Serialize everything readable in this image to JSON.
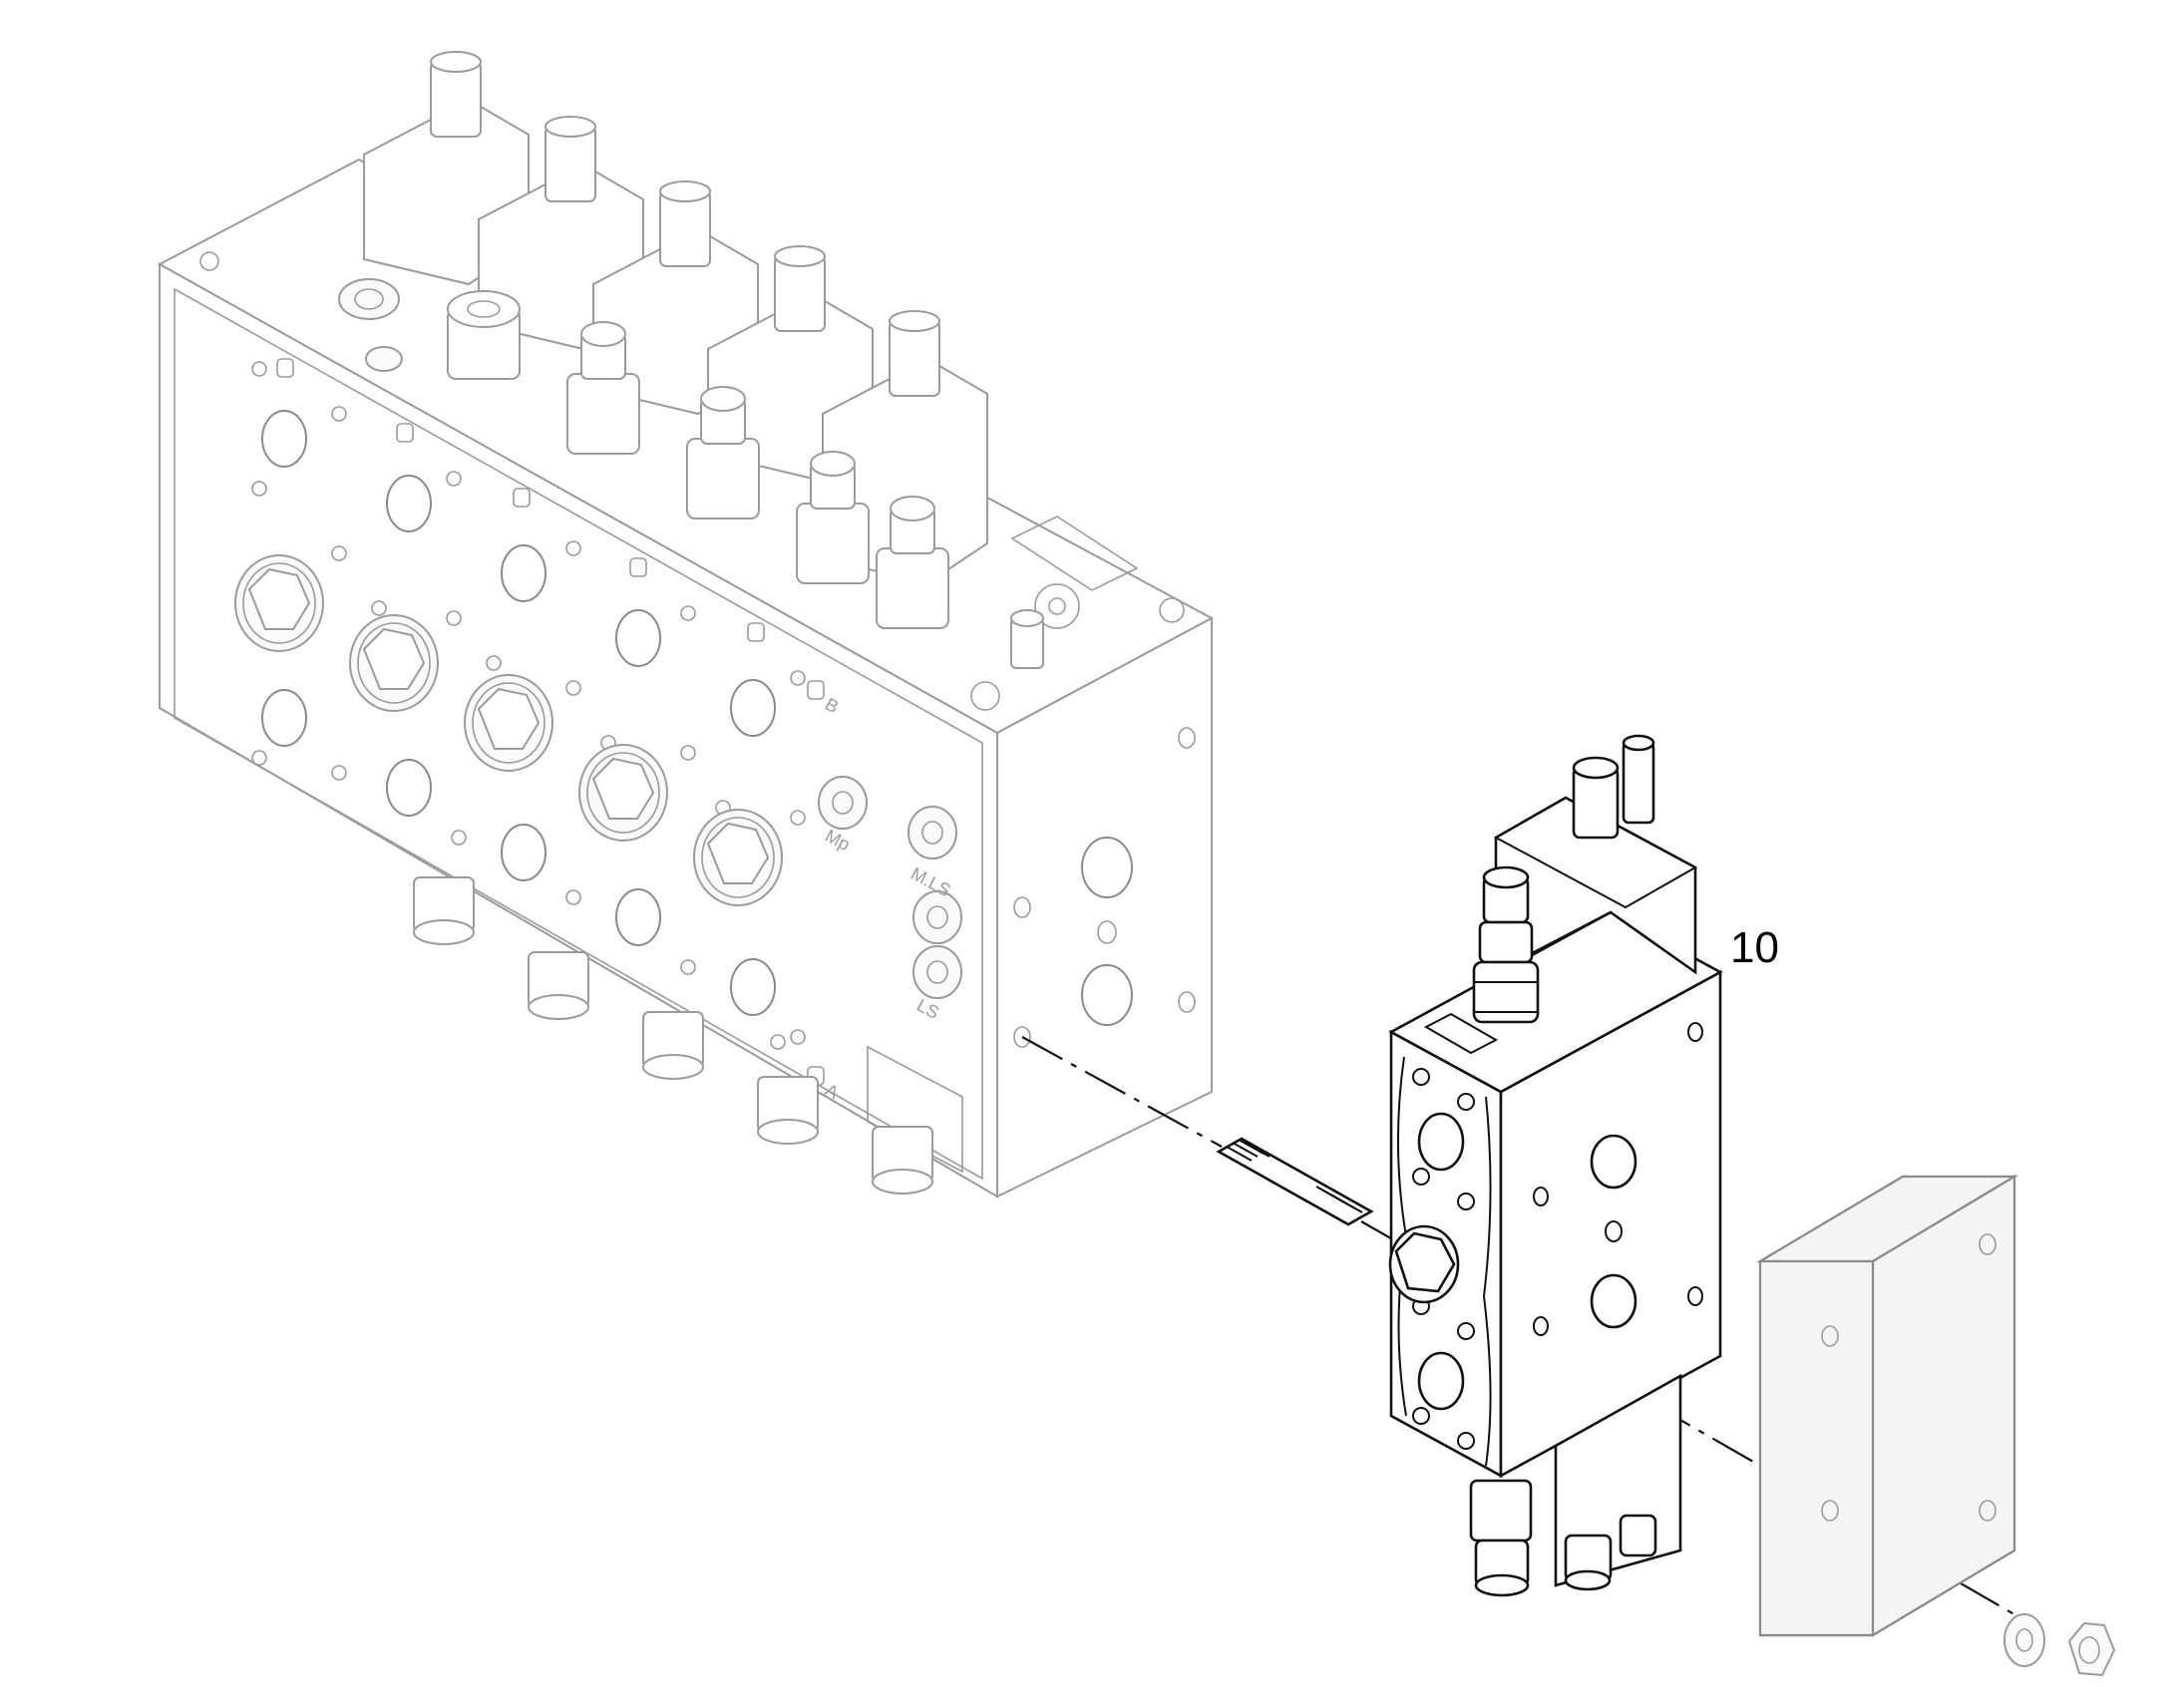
{
  "callouts": [
    {
      "id": "10",
      "label": "10"
    }
  ],
  "port_labels": {
    "b": "B",
    "mp": "Mp",
    "mls": "M.LS",
    "ls": "LS",
    "a": "A"
  },
  "colors": {
    "ghost_stroke": "#9a9a9a",
    "part_stroke": "#111111",
    "background": "#ffffff"
  }
}
